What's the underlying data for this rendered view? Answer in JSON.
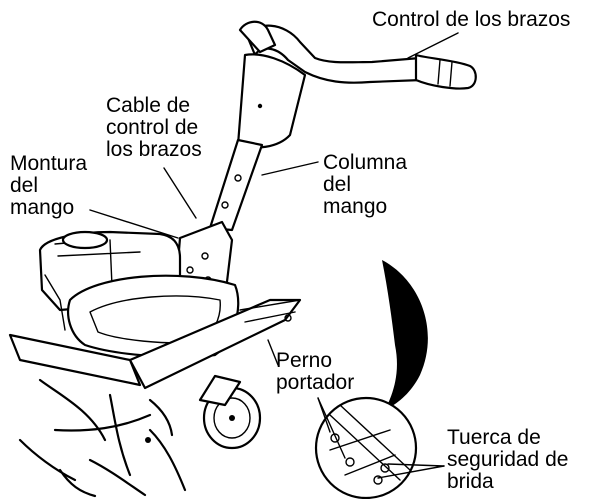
{
  "labels": {
    "control_brazos": "Control de los brazos",
    "cable_control": [
      "Cable de",
      "control de",
      "los brazos"
    ],
    "montura_mango": [
      "Montura",
      "del",
      "mango"
    ],
    "columna_mango": [
      "Columna",
      "del",
      "mango"
    ],
    "perno_portador": [
      "Perno",
      "portador"
    ],
    "tuerca_seguridad": [
      "Tuerca de",
      "seguridad de",
      "brida"
    ]
  }
}
